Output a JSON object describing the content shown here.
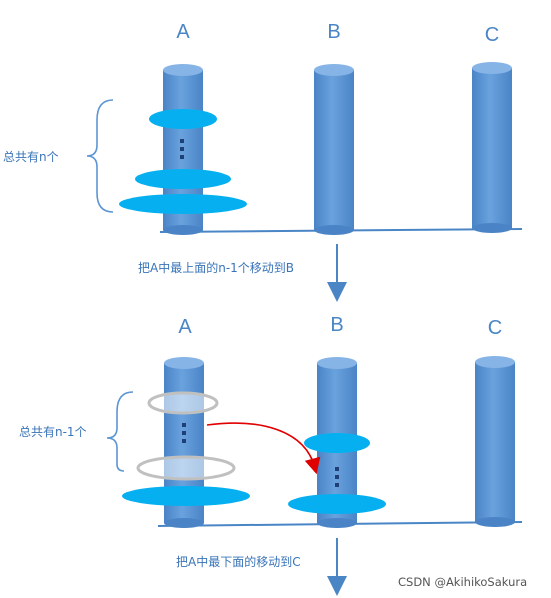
{
  "top": {
    "peg_labels": [
      "A",
      "B",
      "C"
    ],
    "count_label": "总共有n个",
    "step_label": "把A中最上面的n-1个移动到B"
  },
  "bottom": {
    "peg_labels": [
      "A",
      "B",
      "C"
    ],
    "count_label": "总共有n-1个",
    "step_label": "把A中最下面的移动到C"
  },
  "watermark": "CSDN @AkihikoSakura",
  "colors": {
    "peg": "#5b95d4",
    "peg_top": "#86b4e6",
    "disk": "#06b0f0",
    "ghost_disk": "#c0c0c0",
    "arrow": "#e00000",
    "label": "#4a86c6"
  }
}
